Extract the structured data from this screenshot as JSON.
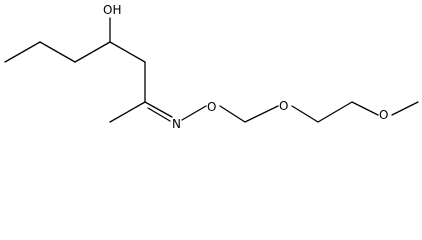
{
  "diagram": {
    "type": "skeletal-formula",
    "atom_labels": {
      "hydroxyl": "OH",
      "imine_nitrogen": "N",
      "oxime_oxygen": "O",
      "ether_oxygen_1": "O",
      "ether_oxygen_2": "O"
    },
    "colors": {
      "bond": "#000000",
      "text": "#000000",
      "background": "#ffffff"
    }
  }
}
